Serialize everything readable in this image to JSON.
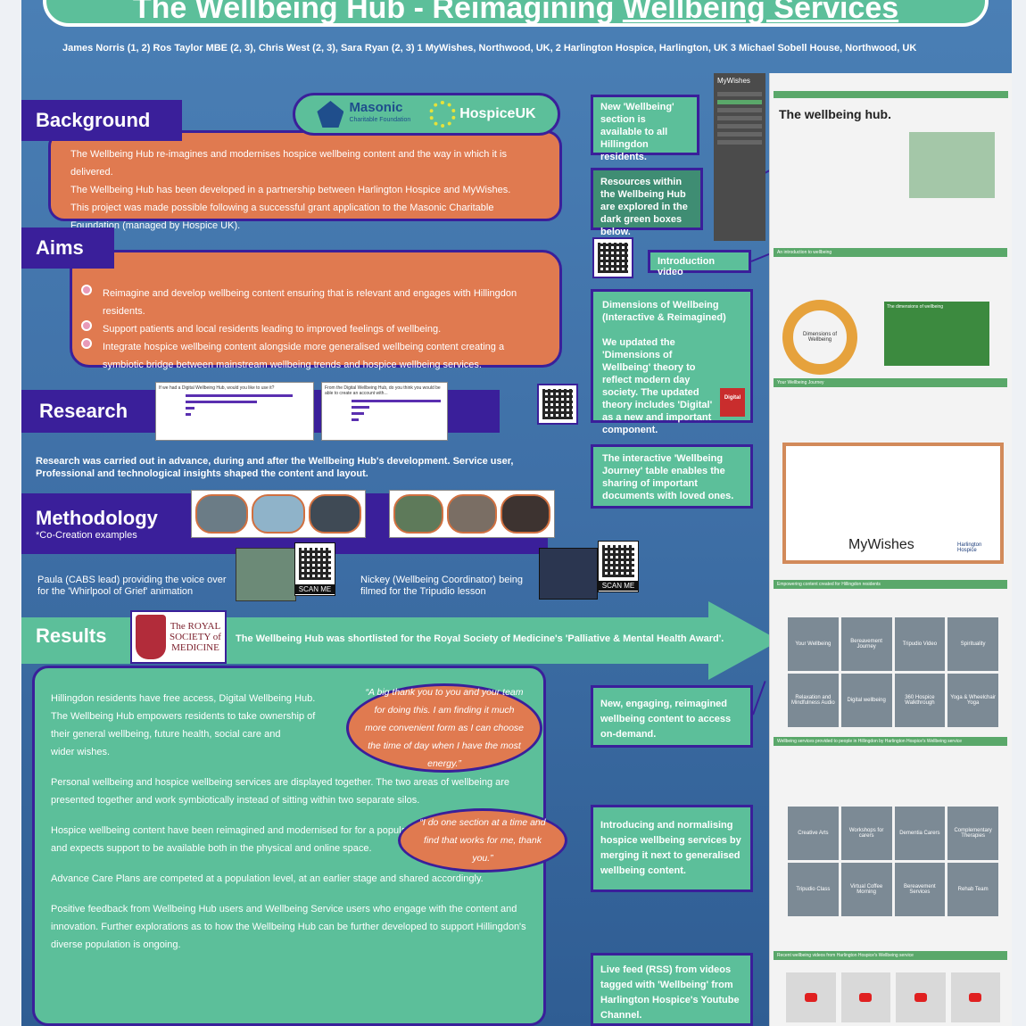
{
  "title": {
    "prefix": "The Wellbeing Hub - Reimagining ",
    "underlined": "Wellbeing Services"
  },
  "authors": "James Norris (1, 2) Ros Taylor MBE (2, 3), Chris West (2, 3), Sara Ryan (2, 3)  1 MyWishes, Northwood, UK, 2 Harlington Hospice, Harlington, UK 3 Michael Sobell House, Northwood, UK",
  "logos": {
    "masonic": "Masonic",
    "masonic_sub": "Charitable Foundation",
    "hospice": "HospiceUK"
  },
  "background": {
    "heading": "Background",
    "lines": [
      "The Wellbeing Hub re-imagines and modernises hospice wellbeing content and the way in which it is delivered.",
      "The Wellbeing Hub has been developed in a partnership between Harlington Hospice and MyWishes.",
      "This project was made possible following a successful grant application to the Masonic Charitable Foundation (managed by Hospice UK)."
    ]
  },
  "aims": {
    "heading": "Aims",
    "items": [
      "Reimagine and develop wellbeing content ensuring that is relevant and engages with Hillingdon residents.",
      "Support patients and local residents leading to improved feelings of wellbeing.",
      "Integrate hospice wellbeing content alongside more generalised wellbeing content creating a symbiotic bridge between mainstream wellbeing trends and hospice wellbeing services."
    ]
  },
  "research": {
    "heading": "Research",
    "text": "Research was carried out in advance, during and after the Wellbeing Hub's development. Service user, Professional and technological insights shaped the content and layout.",
    "chart1_title": "If we had a Digital Wellbeing Hub, would you like to use it?",
    "chart2_title": "From the Digital Wellbeing Hub, do you think you would be able to create an account with..."
  },
  "methodology": {
    "heading": "Methodology",
    "sub": "*Co-Creation examples",
    "caption1": "Paula (CABS lead) providing the voice over for the 'Whirlpool of Grief' animation",
    "caption2": "Nickey (Wellbeing Coordinator) being filmed for the Tripudio lesson",
    "scan": "SCAN ME"
  },
  "results": {
    "heading": "Results",
    "rsm_line1": "The ROYAL",
    "rsm_line2": "SOCIETY of",
    "rsm_line3": "MEDICINE",
    "banner": "The Wellbeing Hub was shortlisted for the Royal Society of Medicine's 'Palliative & Mental Health Award'.",
    "p1a": "Hillingdon residents have free access, Digital Wellbeing Hub.",
    "p1b": "The Wellbeing Hub empowers residents to take ownership of",
    "p1c": "their general wellbeing, future health, social care and",
    "p1d": "wider wishes.",
    "p2": "Personal wellbeing and hospice wellbeing services are displayed together. The two areas of wellbeing are presented together and work symbiotically instead of sitting within two separate silos.",
    "p3": "Hospice wellbeing content have been reimagined and modernised for for a population that increasing wants and expects support to be available both in the physical and online space.",
    "p4": "Advance Care Plans are competed at a population level, at an earlier stage and shared accordingly.",
    "p5": "Positive feedback from Wellbeing Hub users and Wellbeing Service users who engage with the content and innovation.  Further explorations as to how the Wellbeing Hub can be further developed to support Hillingdon's diverse population is ongoing.",
    "quote1": "“A big thank you to you and your team for doing this. I am finding it much more convenient form as I can choose the time of day when I have the most energy.”",
    "quote2": "“I do one section at a time and find that works for me, thank you.”"
  },
  "callouts": {
    "c1": "New 'Wellbeing' section is available to all Hillingdon residents.",
    "c2": "Resources within the Wellbeing Hub are explored in the dark green boxes below.",
    "c3": "Introduction video",
    "c4a": "Dimensions of Wellbeing (Interactive & Reimagined)",
    "c4b": "We updated the 'Dimensions of Wellbeing' theory to reflect modern day society. The updated theory includes 'Digital' as a new and important component.",
    "digital": "Digital",
    "c5": "The interactive 'Wellbeing Journey' table enables the sharing of important documents with loved ones.",
    "c6": "New, engaging, reimagined wellbeing content to access on-demand.",
    "c7": "Introducing and normalising hospice wellbeing services by merging it next to generalised wellbeing content.",
    "c8": "Live feed (RSS) from videos tagged with 'Wellbeing' from Harlington Hospice's Youtube Channel."
  },
  "screens": {
    "brand": "MyWishes",
    "hub_title": "The wellbeing hub.",
    "intro_bar": "An introduction to wellbeing",
    "dims_center": "Dimensions of Wellbeing",
    "dims_panel": "The dimensions of wellbeing",
    "journey_bar": "Your Wellbeing Journey",
    "empower_bar": "Empowering content created for Hillingdon residents",
    "services_bar": "Wellbeing services provided to people in Hillingdon by Harlington Hospice's Wellbeing service",
    "videos_bar": "Recent wellbeing videos from Harlington Hospice's Wellbeing service",
    "mywishes_logo": "MyWishes",
    "harlington": "Harlington Hospice",
    "tiles1": [
      "Your Wellbeing",
      "Bereavement Journey",
      "Tripudio Video",
      "Spirituality",
      "Relaxation and Mindfulness Audio",
      "Digital wellbeing",
      "360 Hospice Walkthrough",
      "Yoga & Wheelchair Yoga"
    ],
    "tiles2": [
      "Creative Arts",
      "Workshops for carers",
      "Dementia Carers",
      "Complementary Therapies",
      "Tripudio Class",
      "Virtual Coffee Morning",
      "Bereavement Services",
      "Rehab Team"
    ]
  },
  "colors": {
    "green": "#5cbf9a",
    "orange": "#e07a50",
    "purple": "#3a1f9a",
    "blue": "#3e6fa6"
  }
}
